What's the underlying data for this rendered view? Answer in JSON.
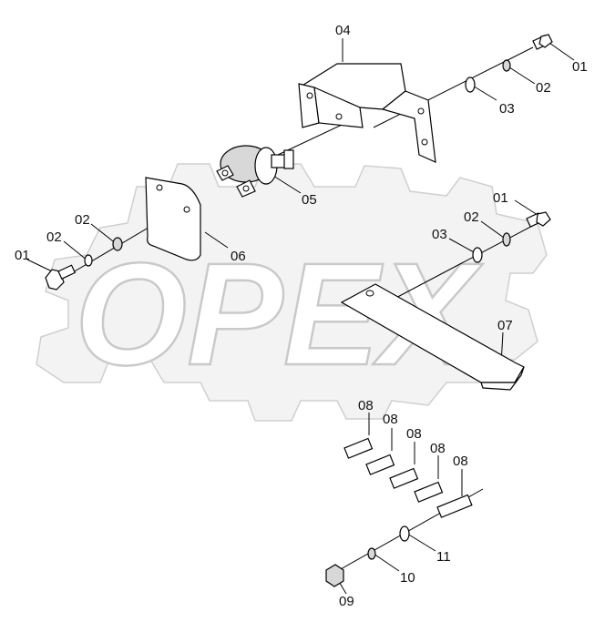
{
  "watermark": {
    "text": "OPEX"
  },
  "labels": {
    "p01_top": "01",
    "p02_top": "02",
    "p03_top": "03",
    "p04": "04",
    "p05": "05",
    "p06": "06",
    "p02_left_a": "02",
    "p02_left_b": "02",
    "p01_left": "01",
    "p01_mid": "01",
    "p02_mid": "02",
    "p03_mid": "03",
    "p07": "07",
    "p08_a": "08",
    "p08_b": "08",
    "p08_c": "08",
    "p08_d": "08",
    "p08_e": "08",
    "p11": "11",
    "p10": "10",
    "p09": "09"
  }
}
